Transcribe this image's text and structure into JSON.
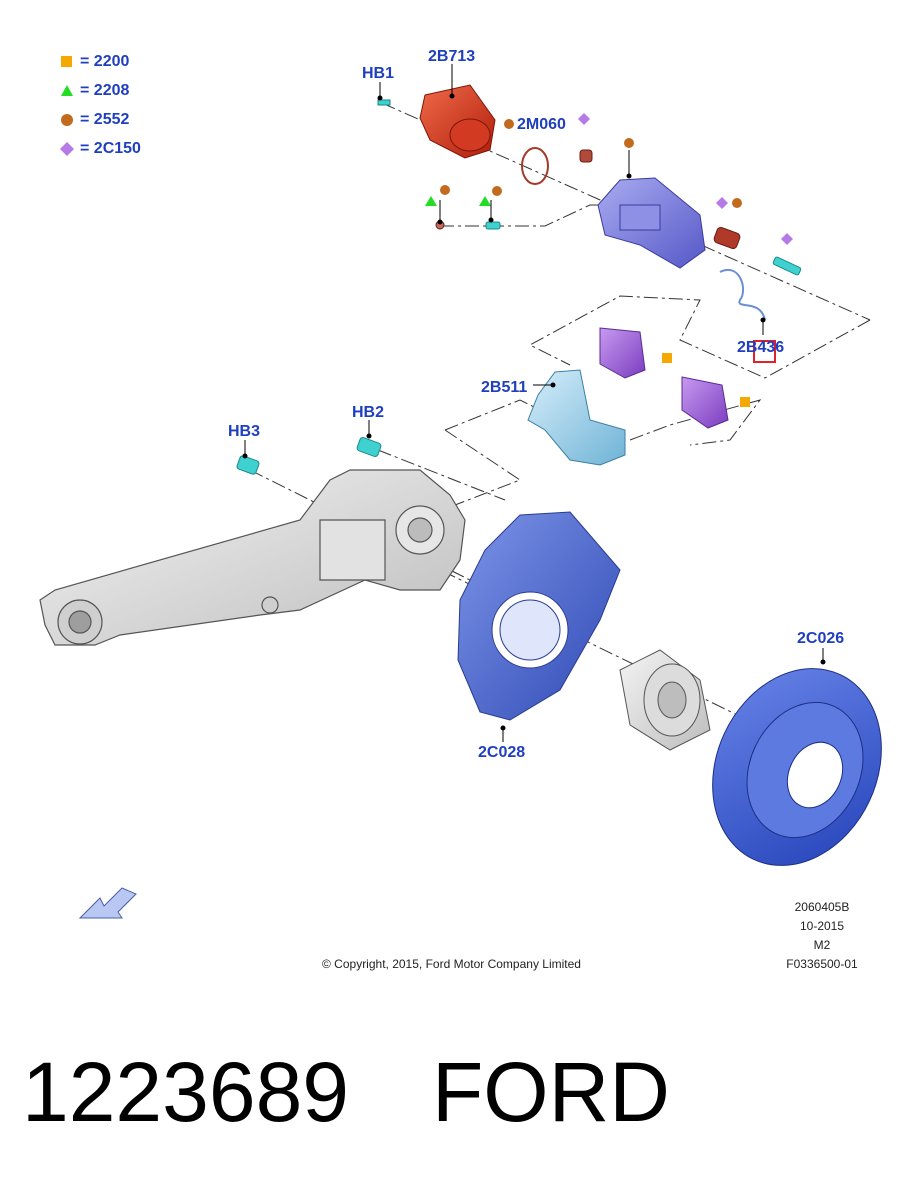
{
  "legend": [
    {
      "symbol": "square",
      "color": "#f5a800",
      "label": "= 2200"
    },
    {
      "symbol": "triangle",
      "color": "#22dd22",
      "label": "= 2208"
    },
    {
      "symbol": "circle",
      "color": "#c26a1e",
      "label": "= 2552"
    },
    {
      "symbol": "diamond",
      "color": "#b57ae6",
      "label": "= 2C150"
    }
  ],
  "callouts": {
    "hb1": "HB1",
    "b2b713": "2B713",
    "m2m060": "2M060",
    "b2b436": "2B436",
    "b2b511": "2B511",
    "hb2": "HB2",
    "hb3": "HB3",
    "c2c028": "2C028",
    "c2c026": "2C026"
  },
  "meta": {
    "line1": "2060405B",
    "line2": "10-2015",
    "line3": "M2",
    "line4": "F0336500-01"
  },
  "copyright": "© Copyright, 2015, Ford Motor Company Limited",
  "caption": {
    "part_number": "1223689",
    "brand": "FORD"
  },
  "colors": {
    "label_blue": "#1f3fbf",
    "caliper": "#7b7fe0",
    "motor": "#d8321b",
    "shield": "#4a66cc",
    "disc": "#3b5fd6",
    "bracket": "#9ad0ea",
    "pad": "#9b5ed6",
    "knuckle": "#d9d9d9",
    "bolt": "#3fd0d0",
    "highlight_box": "#e0202a"
  },
  "icons": [
    "direction-arrow-icon"
  ]
}
